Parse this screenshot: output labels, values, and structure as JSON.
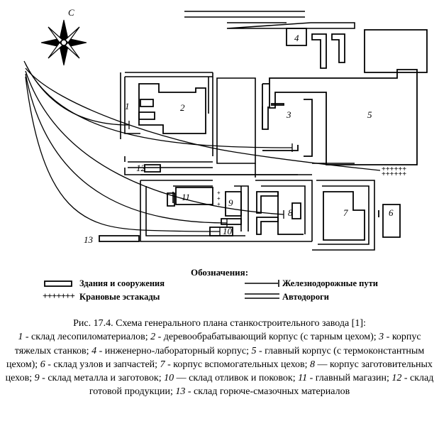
{
  "compass": {
    "label": "С"
  },
  "buildings": [
    {
      "number": "1"
    },
    {
      "number": "2"
    },
    {
      "number": "3"
    },
    {
      "number": "4"
    },
    {
      "number": "5"
    },
    {
      "number": "6"
    },
    {
      "number": "7"
    },
    {
      "number": "8"
    },
    {
      "number": "9"
    },
    {
      "number": "10"
    },
    {
      "number": "11"
    },
    {
      "number": "12"
    },
    {
      "number": "13"
    }
  ],
  "legend": {
    "title": "Обозначения:",
    "buildings_label": "Здания и сооружения",
    "cranes_label": "Крановые эстакады",
    "rail_label": "Железнодорожные пути",
    "roads_label": "Автодороги"
  },
  "caption": {
    "title": "Рис. 17.4. Схема генерального плана станкостроительного завода [1]:",
    "items": [
      {
        "num": "1",
        "text": "склад лесопиломатериалов;"
      },
      {
        "num": "2",
        "text": "деревообрабатывающий корпус (с тарным цехом);"
      },
      {
        "num": "3",
        "text": "корпус тяжелых станков;"
      },
      {
        "num": "4",
        "text": "инженерно-лабораторный корпус;"
      },
      {
        "num": "5",
        "text": "главный корпус (с термоконстантным цехом);"
      },
      {
        "num": "6",
        "text": "склад узлов и запчастей;"
      },
      {
        "num": "7",
        "text": "корпус вспомогательных цехов;"
      },
      {
        "num": "8",
        "text": "корпус заготовительных цехов;"
      },
      {
        "num": "9",
        "text": "склад металла и заготовок;"
      },
      {
        "num": "10",
        "text": "склад отливок и поковок;"
      },
      {
        "num": "11",
        "text": "главный магазин;"
      },
      {
        "num": "12",
        "text": "склад готовой продукции;"
      },
      {
        "num": "13",
        "text": "склад горюче-смазочных материалов"
      }
    ]
  }
}
